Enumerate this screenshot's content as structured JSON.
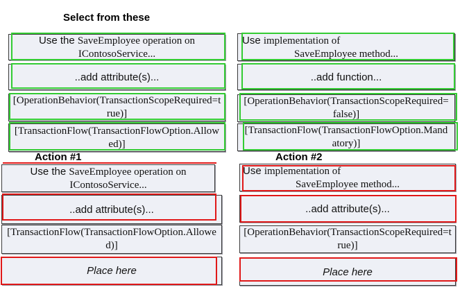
{
  "headings": {
    "select": "Select  from these",
    "action1": "Action #1",
    "action2": "Action #2"
  },
  "source": {
    "left": [
      {
        "prefix": "Use the ",
        "rest": "SaveEmployee operation on",
        "line2": "IContosoService..."
      },
      {
        "text": "..add attribute(s)..."
      },
      {
        "text": "[OperationBehavior(TransactionScopeRequired=true)]"
      },
      {
        "text": "[TransactionFlow(TransactionFlowOption.Allowed)]"
      }
    ],
    "right": [
      {
        "prefix": "Use ",
        "rest": "implementation of",
        "line2": "SaveEmployee method..."
      },
      {
        "text": "..add function..."
      },
      {
        "text": "[OperationBehavior(TransactionScopeRequired=false)]"
      },
      {
        "text": "[TransactionFlow(TransactionFlowOption.Mandatory)]"
      }
    ]
  },
  "action1": [
    {
      "prefix": "Use the ",
      "rest": "SaveEmployee operation on",
      "line2": "IContosoService..."
    },
    {
      "text": "..add attribute(s)..."
    },
    {
      "text": "[TransactionFlow(TransactionFlowOption.Allowed)]"
    },
    {
      "text": "Place here"
    }
  ],
  "action2": [
    {
      "prefix": "Use ",
      "rest": "implementation of",
      "line2": "SaveEmployee method..."
    },
    {
      "text": "..add attribute(s)..."
    },
    {
      "text": "[OperationBehavior(TransactionScopeRequired=true)]"
    },
    {
      "text": "Place here"
    }
  ],
  "colors": {
    "box_fill": "#eef0f6",
    "source_highlight": "#33cc33",
    "target_highlight": "#e01818"
  }
}
